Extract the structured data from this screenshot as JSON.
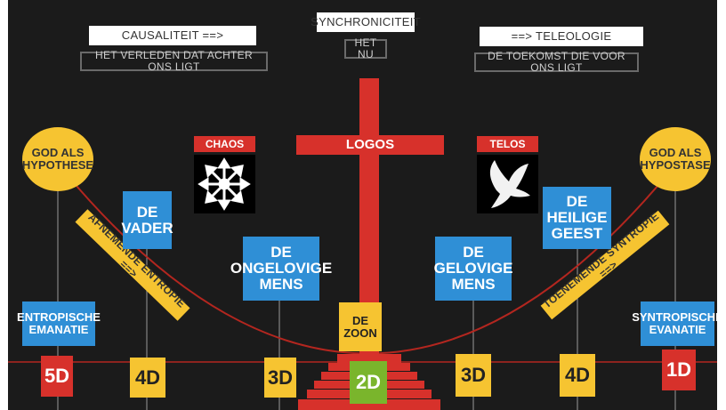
{
  "top": {
    "causaliteit": "CAUSALITEIT ==>",
    "verleden": "HET VERLEDEN DAT ACHTER ONS LIGT",
    "synchroniciteit": "SYNCHRONICITEIT",
    "het_nu": "HET NU",
    "teleologie": "==> TELEOLOGIE",
    "toekomst": "DE TOEKOMST DIE VOOR ONS LIGT"
  },
  "cross": {
    "label": "LOGOS"
  },
  "chaos": {
    "label": "CHAOS",
    "icon": "chaos-star-icon"
  },
  "telos": {
    "label": "TELOS",
    "icon": "dove-icon"
  },
  "left_circle": "GOD ALS\nHYPOTHESE",
  "right_circle": "GOD ALS\nHYPOSTASE",
  "entropie": "AFNEMENDE ENTROPIE ==>",
  "syntropie": "TOENEMENDE SYNTROPIE ==>",
  "boxes": {
    "vader": "DE\nVADER",
    "ongelovige": "DE\nONGELOVIGE\nMENS",
    "gelovige": "DE\nGELOVIGE\nMENS",
    "geest": "DE\nHEILIGE\nGEEST",
    "zoon": "DE\nZOON",
    "entropische": "ENTROPISCHE\nEMANATIE",
    "syntropische": "SYNTROPISCHE\nEVANATIE"
  },
  "dims": {
    "d5": "5D",
    "d4_left": "4D",
    "d3_left": "3D",
    "d2": "2D",
    "d3_right": "3D",
    "d4_right": "4D",
    "d1": "1D"
  },
  "colors": {
    "background": "#1b1b1b",
    "red": "#d7312b",
    "yellow": "#f6c431",
    "blue": "#2f8fd6",
    "green": "#7ab52c"
  }
}
